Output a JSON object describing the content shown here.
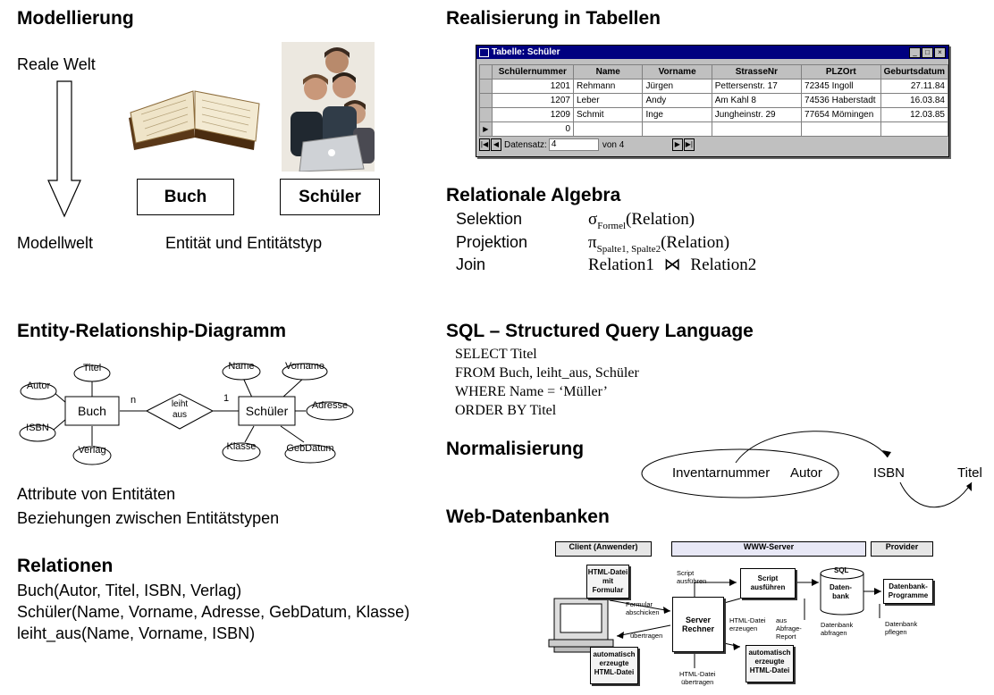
{
  "modellierung": {
    "heading": "Modellierung",
    "reale_welt": "Reale Welt",
    "modellwelt": "Modellwelt",
    "buch": "Buch",
    "schueler": "Schüler",
    "entitaet": "Entität und Entitätstyp"
  },
  "er": {
    "heading": "Entity-Relationship-Diagramm",
    "entity_left": "Buch",
    "entity_right": "Schüler",
    "relation_line1": "leiht",
    "relation_line2": "aus",
    "card_left": "n",
    "card_right": "1",
    "attrs_left": [
      "Titel",
      "Autor",
      "ISBN",
      "Verlag"
    ],
    "attrs_right": [
      "Name",
      "Vorname",
      "Adresse",
      "Klasse",
      "GebDatum"
    ],
    "note1": "Attribute von Entitäten",
    "note2": "Beziehungen zwischen Entitätstypen"
  },
  "relationen": {
    "heading": "Relationen",
    "lines": [
      "Buch(Autor, Titel, ISBN, Verlag)",
      "Schüler(Name, Vorname, Adresse, GebDatum, Klasse)",
      "leiht_aus(Name, Vorname, ISBN)"
    ]
  },
  "tabellen": {
    "heading": "Realisierung in Tabellen",
    "window_title": "Tabelle: Schüler",
    "columns": [
      "Schülernummer",
      "Name",
      "Vorname",
      "StrasseNr",
      "PLZOrt",
      "Geburtsdatum"
    ],
    "rows": [
      [
        "1201",
        "Rehmann",
        "Jürgen",
        "Pettersenstr. 17",
        "72345 Ingoll",
        "27.11.84"
      ],
      [
        "1207",
        "Leber",
        "Andy",
        "Am Kahl 8",
        "74536 Haberstadt",
        "16.03.84"
      ],
      [
        "1209",
        "Schmit",
        "Inge",
        "Jungheinstr. 29",
        "77654 Mömingen",
        "12.03.85"
      ],
      [
        "0",
        "",
        "",
        "",
        "",
        ""
      ]
    ],
    "nav_label": "Datensatz:",
    "nav_current": "4",
    "nav_of": "von 4"
  },
  "algebra": {
    "heading": "Relationale Algebra",
    "ops": [
      {
        "name": "Selektion",
        "sym": "σ",
        "sub": "Formel",
        "arg": "(Relation)"
      },
      {
        "name": "Projektion",
        "sym": "π",
        "sub": "Spalte1, Spalte2",
        "arg": "(Relation)"
      },
      {
        "name": "Join",
        "left": "Relation1",
        "join": "⋈",
        "right": "Relation2"
      }
    ]
  },
  "sql": {
    "heading": "SQL – Structured Query Language",
    "lines": [
      "SELECT Titel",
      "FROM Buch, leiht_aus, Schüler",
      "WHERE Name = ‘Müller’",
      "ORDER BY Titel"
    ]
  },
  "normalisierung": {
    "heading": "Normalisierung",
    "inventar": "Inventarnummer",
    "autor": "Autor",
    "isbn": "ISBN",
    "titel": "Titel"
  },
  "web": {
    "heading": "Web-Datenbanken",
    "client": "Client (Anwender)",
    "server": "WWW-Server",
    "provider": "Provider",
    "html_formular": [
      "HTML-Datei",
      "mit",
      "Formular"
    ],
    "formular_abschicken": [
      "Formular",
      "abschicken"
    ],
    "uebertragen": "übertragen",
    "auto_html_left": [
      "automatisch",
      "erzeugte",
      "HTML-Datei"
    ],
    "script_ausfuehren_label": [
      "Script",
      "ausführen"
    ],
    "server_rechner": [
      "Server",
      "Rechner"
    ],
    "script_box": [
      "Script",
      "ausführen"
    ],
    "html_datei_erzeugen": [
      "HTML-Datei",
      "erzeugen"
    ],
    "aus_abfrage": [
      "aus",
      "Abfrage-",
      "Report"
    ],
    "html_datei_uebertragen": [
      "HTML-Datei",
      "übertragen"
    ],
    "auto_html_right": [
      "automatisch",
      "erzeugte",
      "HTML-Datei"
    ],
    "sql": "SQL",
    "datenbank": [
      "Daten-",
      "bank"
    ],
    "datenbank_abfragen": [
      "Datenbank",
      "abfragen"
    ],
    "db_programme": [
      "Datenbank-",
      "Programme"
    ],
    "db_pflegen": [
      "Datenbank",
      "pflegen"
    ]
  }
}
